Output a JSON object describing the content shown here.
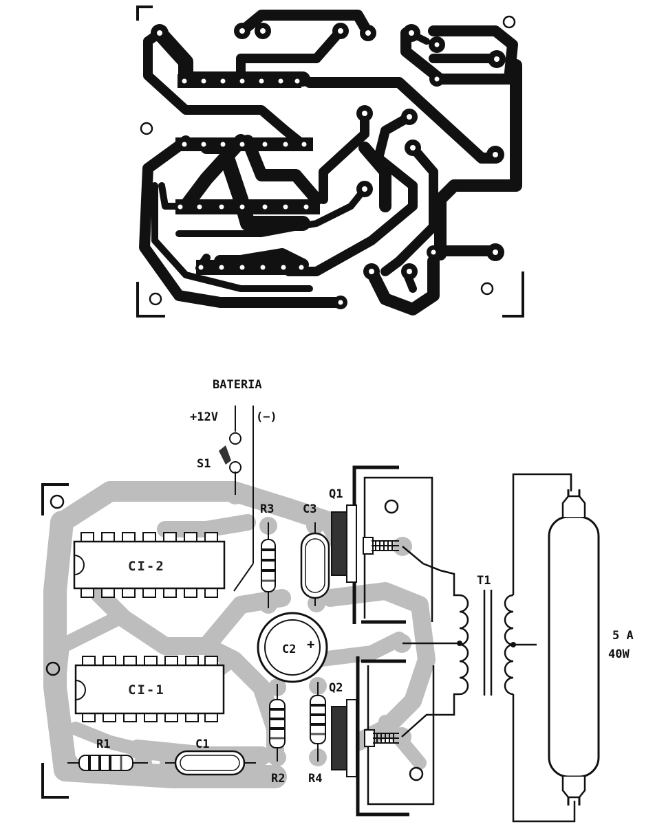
{
  "labels": {
    "bateria": "BATERIA",
    "plus12v": "+12V",
    "minus": "(−)",
    "s1": "S1",
    "r3": "R3",
    "c3": "C3",
    "q1": "Q1",
    "ci2": "CI-2",
    "t1": "T1",
    "c2": "C2",
    "c2_polarity": "+",
    "ci1": "CI-1",
    "q2": "Q2",
    "r1": "R1",
    "c1": "C1",
    "r2": "R2",
    "r4": "R4",
    "lamp_current": "5 A",
    "lamp_power": "40W"
  },
  "colors": {
    "ink": "#111111",
    "copper_overlay": "#bdbdbd",
    "paper": "#ffffff"
  }
}
